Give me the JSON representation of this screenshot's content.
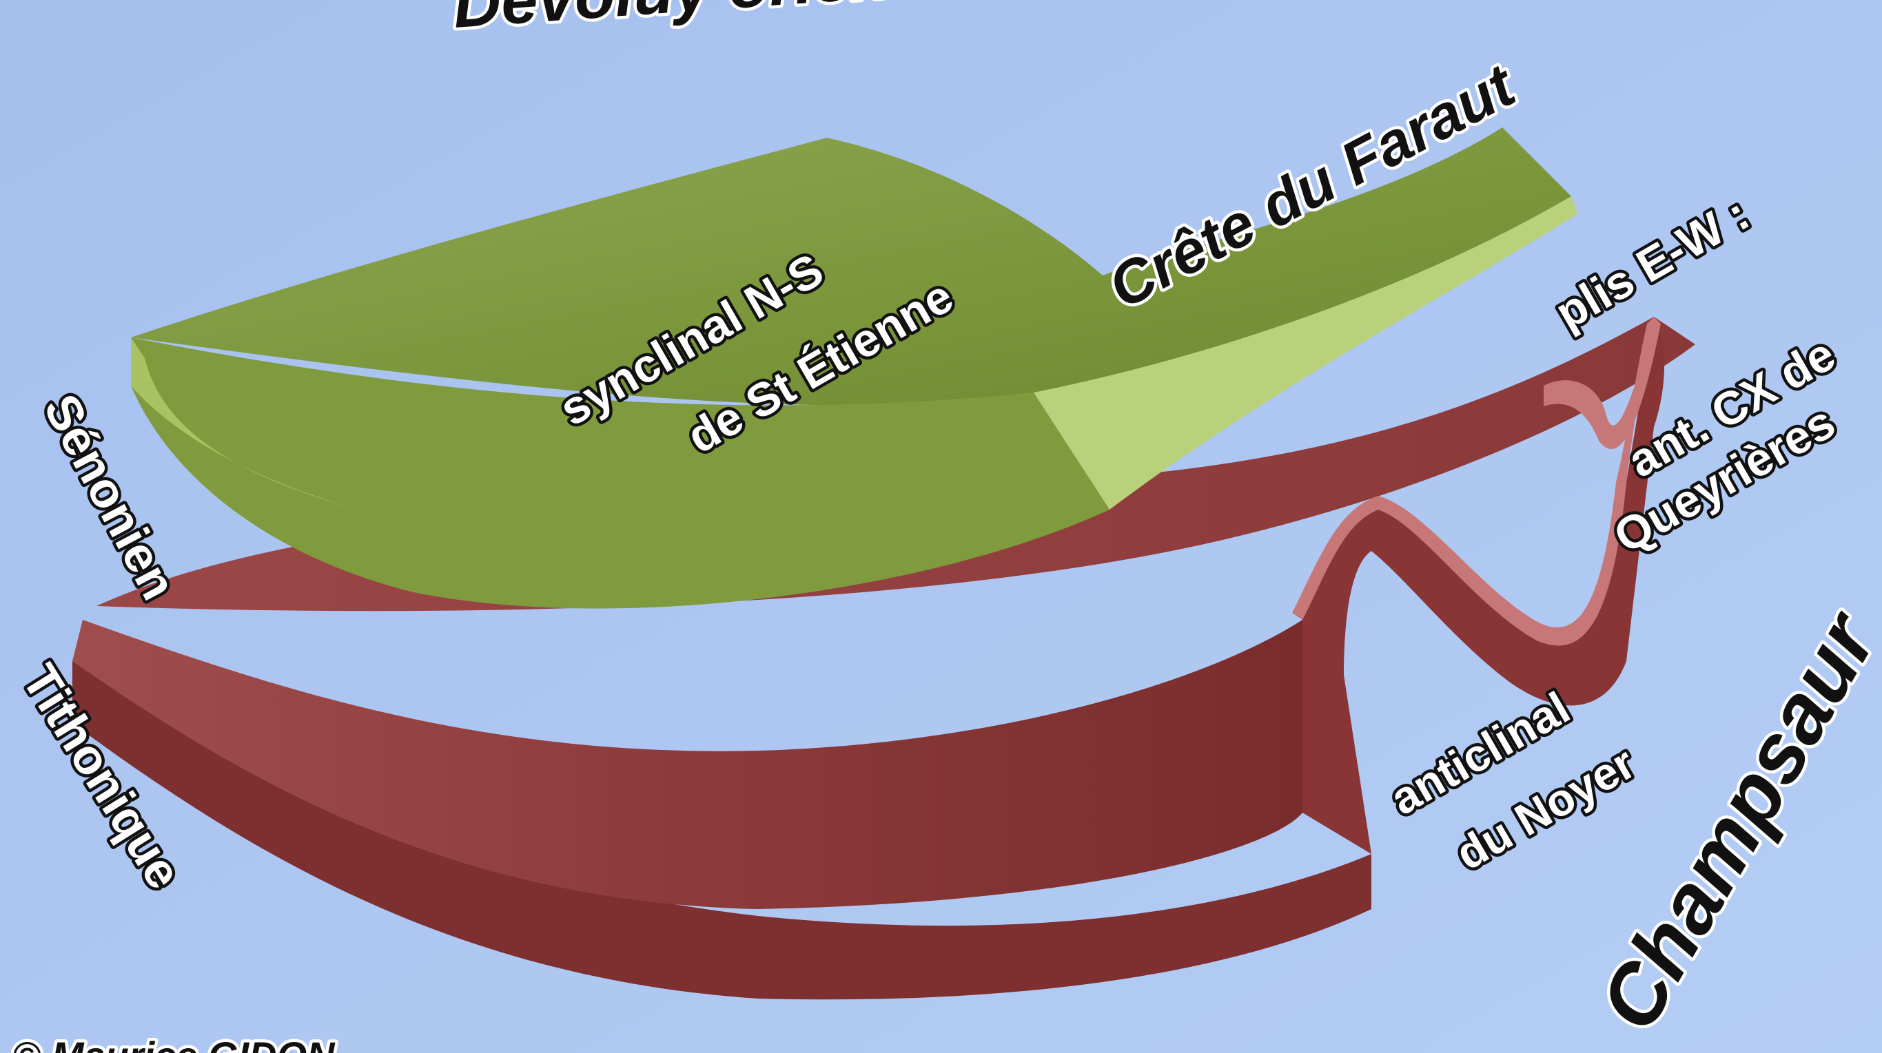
{
  "colors": {
    "sky": "#a8c3f0",
    "green_top": "#849e44",
    "green_side": "#b7cf78",
    "red_top": "#9b4848",
    "red_side": "#7a2e2e",
    "red_edge": "#c67676",
    "label_fill_white": "#ffffff",
    "label_fill_black": "#111111"
  },
  "labels": {
    "title": "Dévoluy oriental",
    "crete": "Crête du Faraut",
    "synclinal_line1": "synclinal N-S",
    "synclinal_line2": "de St Étienne",
    "plis": "plis E-W :",
    "ant_line1": "ant. CX de",
    "ant_line2": "Queyrières",
    "senonien": "Sénonien",
    "tithonique": "Tithonique",
    "anticlinal_line1": "anticlinal",
    "anticlinal_line2": "du Noyer",
    "champsaur": "Champsaur",
    "credit": "© Maurice GIDON"
  }
}
